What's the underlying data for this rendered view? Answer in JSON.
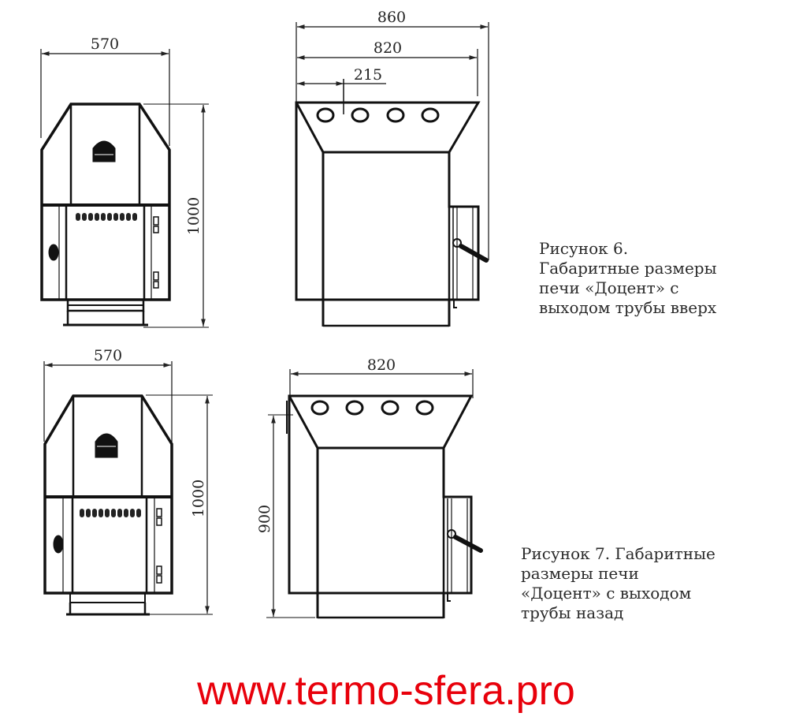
{
  "figure6": {
    "front_view": {
      "width_label": "570",
      "height_label": "1000"
    },
    "side_view": {
      "overall_width_label": "860",
      "body_width_label": "820",
      "pipe_offset_label": "215"
    },
    "caption_lines": [
      "Рисунок 6.",
      "Габаритные размеры",
      "печи «Доцент» с",
      "выходом трубы вверх"
    ]
  },
  "figure7": {
    "front_view": {
      "width_label": "570",
      "height_label": "1000"
    },
    "side_view": {
      "body_width_label": "820",
      "pipe_height_label": "900"
    },
    "caption_lines": [
      "Рисунок 7.  Габаритные",
      "размеры печи",
      "«Доцент» с выходом",
      "трубы назад"
    ]
  },
  "footer": {
    "website": "www.termo-sfera.pro",
    "color": "#e8000b"
  }
}
